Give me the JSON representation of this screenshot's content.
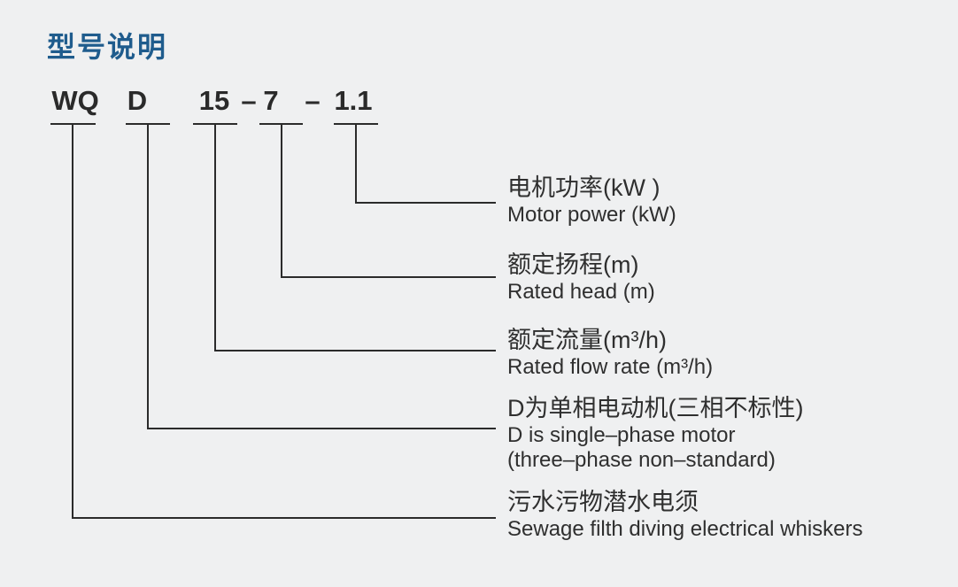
{
  "page": {
    "title": "型号说明"
  },
  "colors": {
    "background": "#eff0f1",
    "title": "#1f5c8d",
    "line": "#2b2b2b",
    "code_text": "#2a2a2a",
    "label_text": "#2f2f2f"
  },
  "model_code": {
    "segments": [
      "WQ",
      "D",
      "15",
      "7",
      "1.1"
    ],
    "separator": "–"
  },
  "labels": [
    {
      "zh": "电机功率(kW )",
      "en": "Motor power (kW)"
    },
    {
      "zh": "额定扬程(m)",
      "en": "Rated head (m)"
    },
    {
      "zh": "额定流量(m³/h)",
      "en": "Rated flow rate (m³/h)"
    },
    {
      "zh": "D为单相电动机(三相不标性)",
      "en": "D is single–phase motor",
      "en2": "(three–phase non–standard)"
    },
    {
      "zh": "污水污物潜水电须",
      "en": "Sewage filth diving electrical whiskers"
    }
  ]
}
